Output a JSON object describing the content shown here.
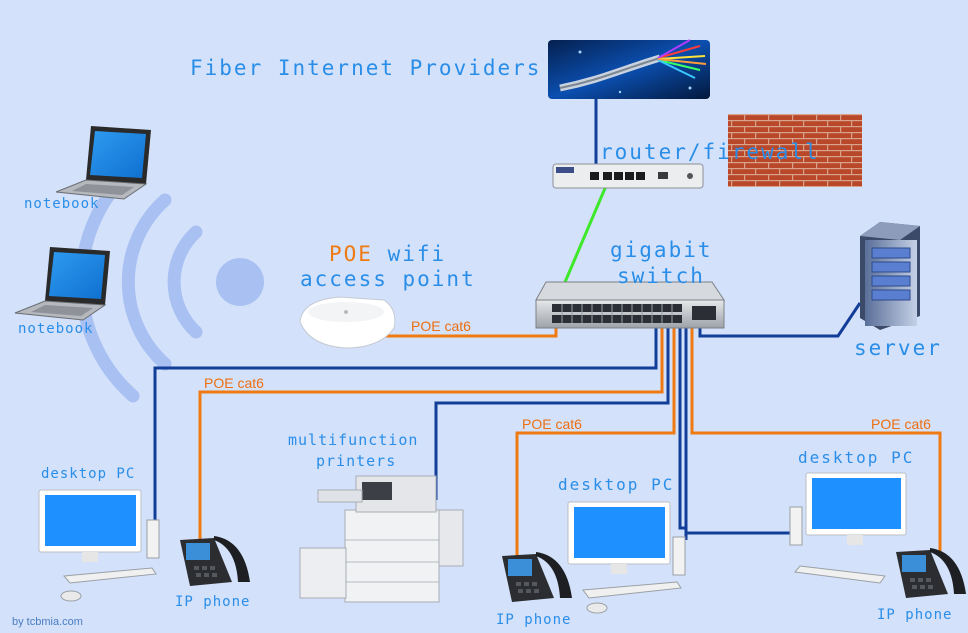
{
  "labels": {
    "fiber": "Fiber Internet Providers",
    "router": "router/firewall",
    "gigabit": "gigabit",
    "switch": "switch",
    "server": "server",
    "poe": "POE",
    "wifi": "wifi",
    "access_point": "access point",
    "notebook": "notebook",
    "desktop_pc": "desktop PC",
    "ip_phone": "IP phone",
    "multifunction": "multifunction",
    "printers": "printers",
    "poe_cat6": "POE cat6",
    "credit": "by tcbmia.com"
  },
  "colors": {
    "background": "#d3e1fb",
    "label_blue": "#2a8ee8",
    "poe_orange": "#f07a12",
    "uplink_green": "#3ee82a",
    "cable_navy": "#123e9a"
  }
}
